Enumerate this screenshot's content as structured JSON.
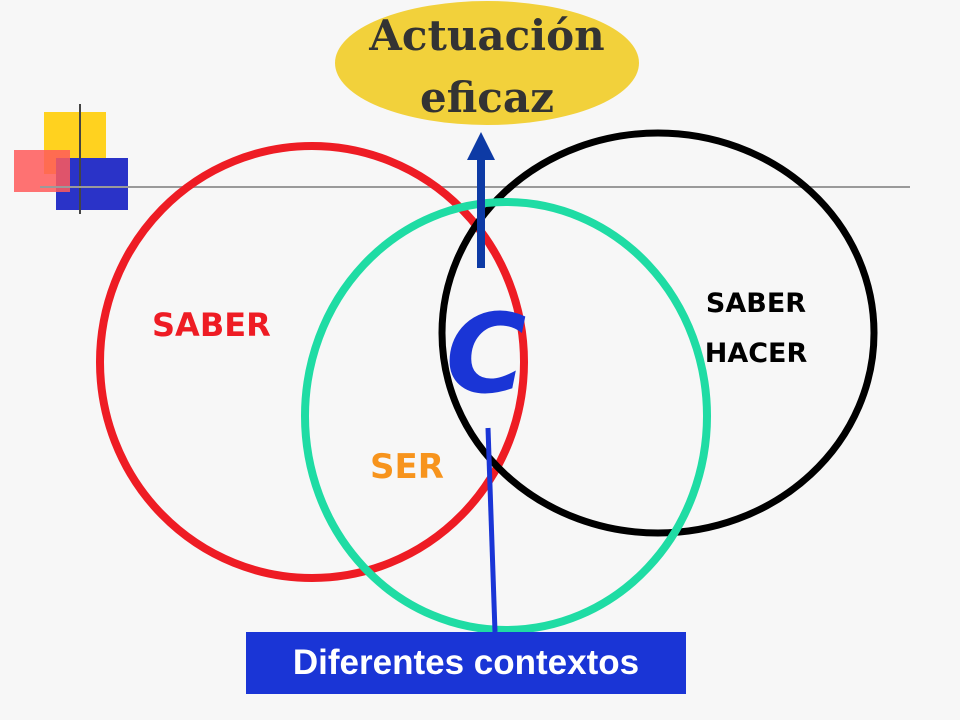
{
  "labels": {
    "saber": "SABER",
    "saber_hacer_line1": "SABER",
    "saber_hacer_line2": "HACER",
    "ser": "SER",
    "center": "C",
    "goal_line1": "Actuación",
    "goal_line2": "eficaz",
    "contexts": "Diferentes contextos"
  },
  "colors": {
    "saber": "#ee1c24",
    "ser": "#1fdca4",
    "saber_hacer": "#000000",
    "ser_text": "#f7941d",
    "goal_fill": "#f2d13b",
    "center": "#1a35d6",
    "arrow": "#0d3aa5",
    "contexts_bg": "#1a35d6"
  }
}
